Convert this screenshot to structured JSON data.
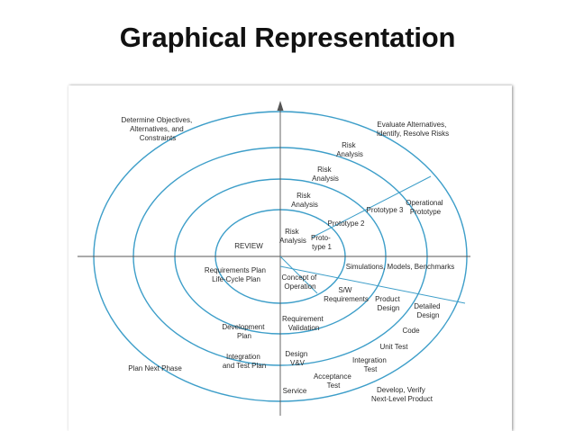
{
  "slide": {
    "title": "Graphical Representation"
  },
  "diagram": {
    "colors": {
      "spiral": "#3d9ec9",
      "axis": "#555555",
      "text": "#2a2a2a"
    },
    "labels": {
      "determine_objectives": [
        "Determine Objectives,",
        "Alternatives, and",
        "Constraints"
      ],
      "evaluate_alternatives": [
        "Evaluate Alternatives,",
        "Identify, Resolve Risks"
      ],
      "risk_analysis_outer": [
        "Risk",
        "Analysis"
      ],
      "risk_analysis_2": [
        "Risk",
        "Analysis"
      ],
      "risk_analysis_3": [
        "Risk",
        "Analysis"
      ],
      "risk_analysis_inner": [
        "Risk",
        "Analysis"
      ],
      "prototype_1": [
        "Proto-",
        "type 1"
      ],
      "prototype_2": "Prototype 2",
      "prototype_3": "Prototype 3",
      "operational_prototype": [
        "Operational",
        "Prototype"
      ],
      "review": "REVIEW",
      "simulations": "Simulations, Models, Benchmarks",
      "requirements_plan": [
        "Requirements Plan",
        "Life-Cycle Plan"
      ],
      "concept_of_operation": [
        "Concept of",
        "Operation"
      ],
      "sw_requirements": [
        "S/W",
        "Requirements"
      ],
      "product_design": [
        "Product",
        "Design"
      ],
      "detailed_design": [
        "Detailed",
        "Design"
      ],
      "code": "Code",
      "development_plan": [
        "Development",
        "Plan"
      ],
      "requirement_validation": [
        "Requirement",
        "Validation"
      ],
      "unit_test": "Unit Test",
      "integration_test_plan": [
        "Integration",
        "and Test Plan"
      ],
      "design_vv": [
        "Design",
        "V&V"
      ],
      "integration_test": [
        "Integration",
        "Test"
      ],
      "acceptance_test": [
        "Acceptance",
        "Test"
      ],
      "plan_next_phase": "Plan Next Phase",
      "service": "Service",
      "develop_verify": [
        "Develop, Verify",
        "Next-Level Product"
      ]
    }
  }
}
